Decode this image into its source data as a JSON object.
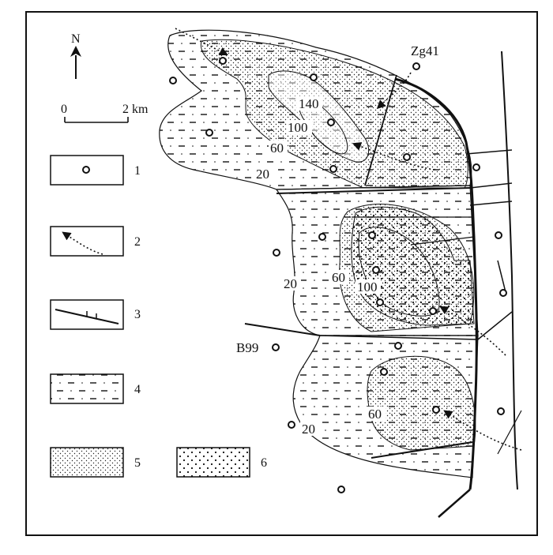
{
  "compass": {
    "label": "N"
  },
  "scale_bar": {
    "start": "0",
    "end": "2 km"
  },
  "contours": [
    {
      "value": "140"
    },
    {
      "value": "100"
    },
    {
      "value": "60"
    },
    {
      "value": "20"
    },
    {
      "value": "60"
    },
    {
      "value": "100"
    },
    {
      "value": "20"
    },
    {
      "value": "60"
    },
    {
      "value": "20"
    }
  ],
  "wells": [
    {
      "name": "Zg41"
    },
    {
      "name": "B99"
    }
  ],
  "legend": [
    {
      "number": "1",
      "icon": "well-circle-icon"
    },
    {
      "number": "2",
      "icon": "dotted-arrow-icon"
    },
    {
      "number": "3",
      "icon": "fault-line-icon"
    },
    {
      "number": "4",
      "icon": "dash-pattern-icon"
    },
    {
      "number": "5",
      "icon": "fine-dot-pattern-icon"
    },
    {
      "number": "6",
      "icon": "coarse-dot-pattern-icon"
    }
  ],
  "colors": {
    "line": "#111111",
    "background": "#ffffff"
  }
}
